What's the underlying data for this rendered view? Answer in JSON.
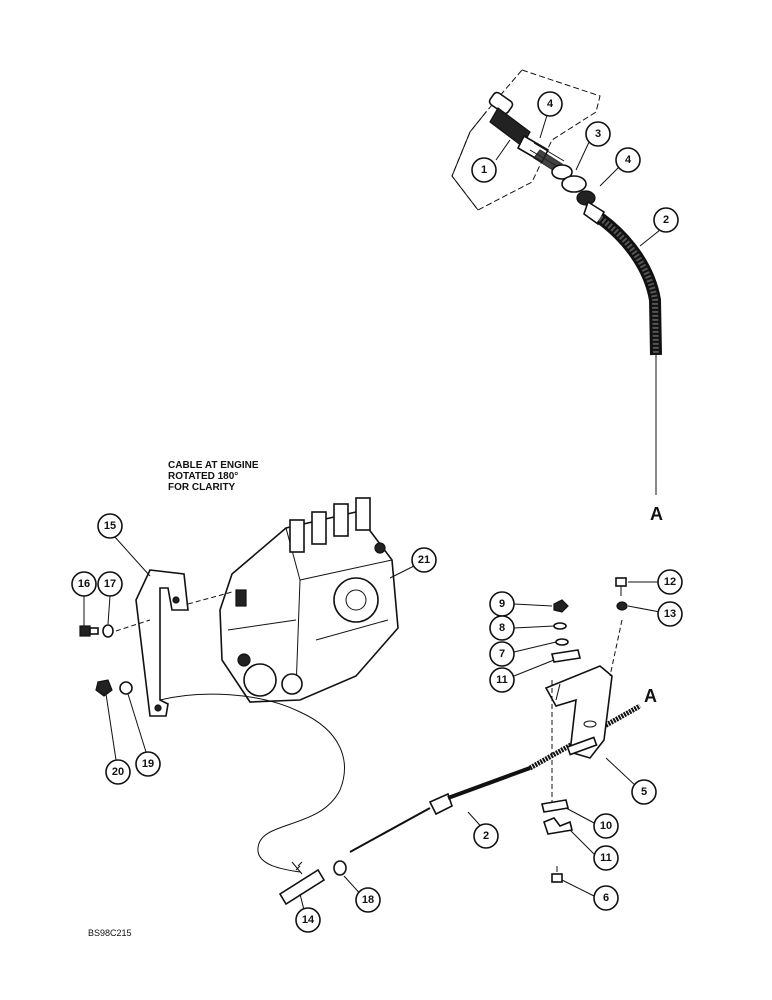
{
  "note": {
    "line1": "CABLE AT ENGINE",
    "line2": "ROTATED 180°",
    "line3": "FOR CLARITY"
  },
  "ref_top": "A",
  "ref_bracket": "A",
  "drawing_code": "BS98C215",
  "callouts": {
    "c1": "1",
    "c2a": "2",
    "c3": "3",
    "c4a": "4",
    "c4b": "4",
    "c5": "5",
    "c6": "6",
    "c7": "7",
    "c8": "8",
    "c9": "9",
    "c10": "10",
    "c11a": "11",
    "c11b": "11",
    "c12": "12",
    "c13": "13",
    "c14": "14",
    "c15": "15",
    "c16": "16",
    "c17": "17",
    "c18": "18",
    "c19": "19",
    "c20": "20",
    "c21": "21",
    "c2b": "2"
  }
}
